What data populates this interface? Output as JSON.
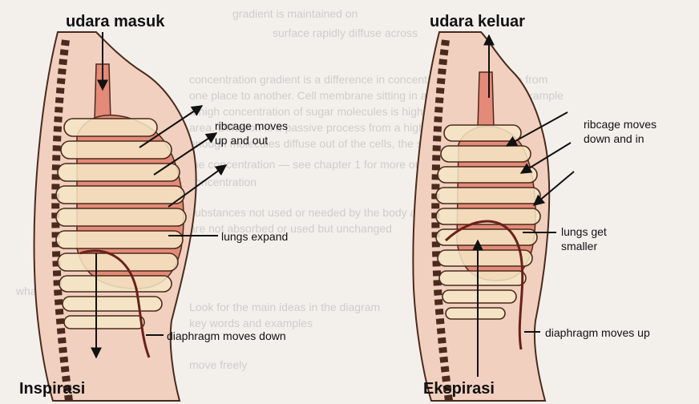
{
  "labels": {
    "in_air": "udara masuk",
    "out_air": "udara keluar",
    "inspiration": "Inspirasi",
    "expiration": "Ekspirasi",
    "ribcage_up": [
      "ribcage moves",
      "up and out"
    ],
    "lungs_expand": "lungs expand",
    "diaphragm_down": "diaphragm moves down",
    "ribcage_down": [
      "ribcage moves",
      "down and in"
    ],
    "lungs_smaller": [
      "lungs get",
      "smaller"
    ],
    "diaphragm_up": "diaphragm moves up"
  },
  "background_text": [
    "gradient is maintained on",
    "surface rapidly diffuse across",
    "concentration gradient is a difference in concentration of substance from",
    "one place to another. Cell membrane sitting in a cup of water is an example",
    "a high concentration of sugar molecules is highly concentrated in one",
    "area. Diffusion is a passive process from a high to low concentration",
    "enough molecules diffuse out of the cells, the sugar ends up dispersed",
    "the concentration — see chapter 1 for more on diffusion",
    "concentration",
    "substances not used or needed by the body are removed",
    "are not absorbed or used but unchanged",
    "what happens to the food that is",
    "Look for the main ideas in the diagram",
    "key words and examples",
    "move freely"
  ],
  "colors": {
    "lung": "#e48a78",
    "rib_fill": "#f5e7c6",
    "outline": "#4a2a1c",
    "body": "#f2d0bf",
    "diaphragm": "#6b1f1a"
  }
}
